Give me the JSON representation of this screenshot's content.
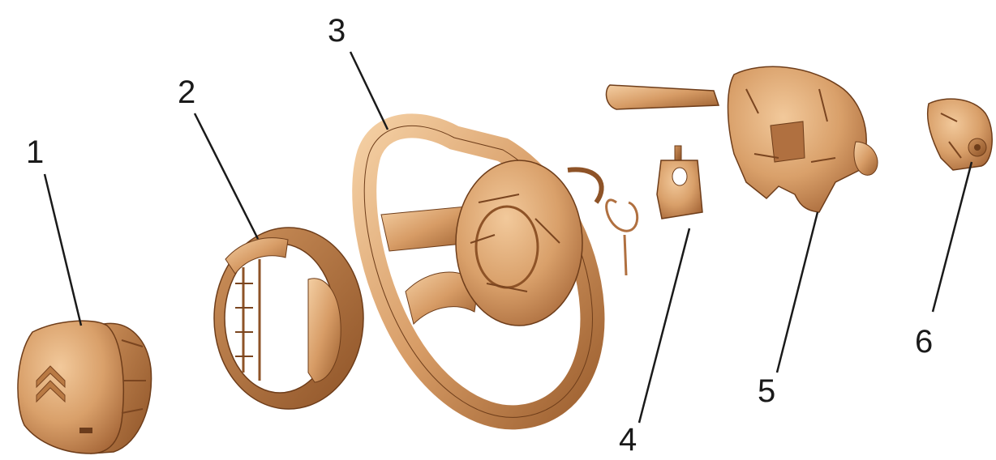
{
  "parts": [
    {
      "label": "1"
    },
    {
      "label": "2"
    },
    {
      "label": "3"
    },
    {
      "label": "4"
    },
    {
      "label": "5"
    },
    {
      "label": "6"
    }
  ],
  "colors": {
    "part_fill": "#d9a06a",
    "part_light": "#f0c596",
    "part_dark": "#9a5f30",
    "part_outline": "#6e3d1a",
    "leader_line": "#1a1a1a",
    "background": "#ffffff"
  }
}
